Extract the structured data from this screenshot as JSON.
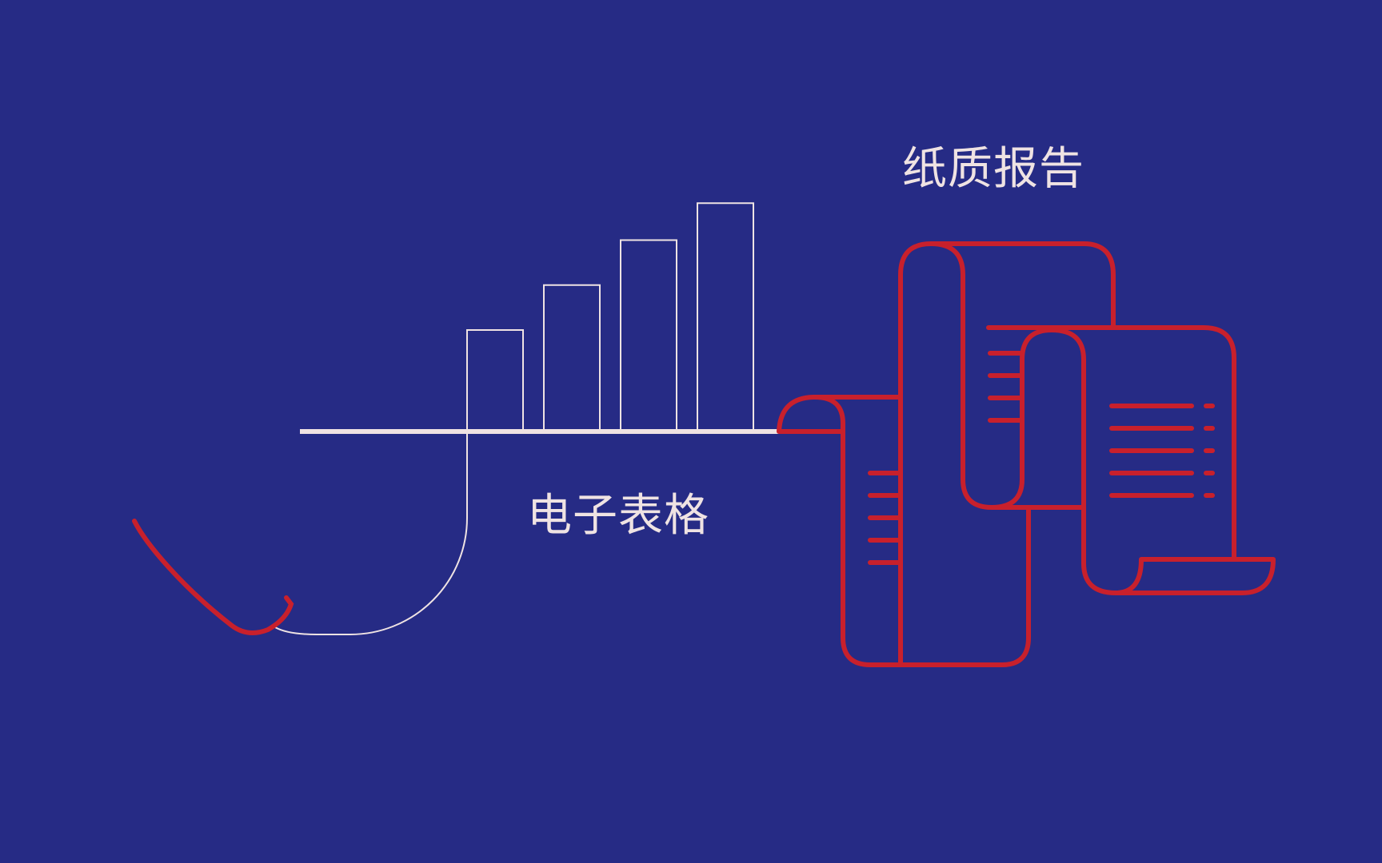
{
  "labels": {
    "spreadsheet": "电子表格",
    "paper_report": "纸质报告"
  },
  "colors": {
    "background": "#262b85",
    "line_light": "#efe3e3",
    "line_red": "#c8202c",
    "text": "#efe3e3"
  },
  "icons": {
    "bar_chart": "bar-chart-outline-icon",
    "paper_scroll": "paper-report-scroll-icon"
  },
  "chart_data": {
    "type": "bar",
    "categories": [
      "",
      "",
      "",
      ""
    ],
    "values": [
      1,
      1.45,
      1.9,
      2.27
    ]
  }
}
